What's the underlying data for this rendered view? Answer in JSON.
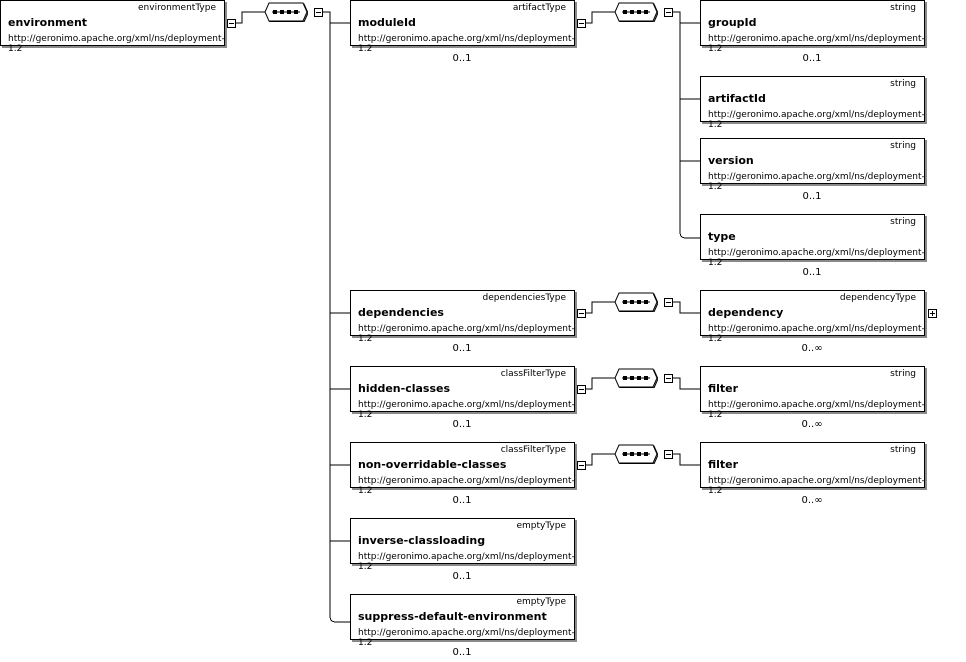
{
  "diagram": {
    "root": {
      "name": "environment",
      "type": "environmentType",
      "ns": "http://geronimo.apache.org/xml/ns/deployment-1.2"
    },
    "children": [
      {
        "name": "moduleId",
        "type": "artifactType",
        "ns": "http://geronimo.apache.org/xml/ns/deployment-1.2",
        "card": "0..1"
      },
      {
        "name": "dependencies",
        "type": "dependenciesType",
        "ns": "http://geronimo.apache.org/xml/ns/deployment-1.2",
        "card": "0..1"
      },
      {
        "name": "hidden-classes",
        "type": "classFilterType",
        "ns": "http://geronimo.apache.org/xml/ns/deployment-1.2",
        "card": "0..1"
      },
      {
        "name": "non-overridable-classes",
        "type": "classFilterType",
        "ns": "http://geronimo.apache.org/xml/ns/deployment-1.2",
        "card": "0..1"
      },
      {
        "name": "inverse-classloading",
        "type": "emptyType",
        "ns": "http://geronimo.apache.org/xml/ns/deployment-1.2",
        "card": "0..1"
      },
      {
        "name": "suppress-default-environment",
        "type": "emptyType",
        "ns": "http://geronimo.apache.org/xml/ns/deployment-1.2",
        "card": "0..1"
      }
    ],
    "module_children": [
      {
        "name": "groupId",
        "type": "string",
        "ns": "http://geronimo.apache.org/xml/ns/deployment-1.2",
        "card": "0..1"
      },
      {
        "name": "artifactId",
        "type": "string",
        "ns": "http://geronimo.apache.org/xml/ns/deployment-1.2",
        "card": ""
      },
      {
        "name": "version",
        "type": "string",
        "ns": "http://geronimo.apache.org/xml/ns/deployment-1.2",
        "card": "0..1"
      },
      {
        "name": "type",
        "type": "string",
        "ns": "http://geronimo.apache.org/xml/ns/deployment-1.2",
        "card": "0..1"
      }
    ],
    "leaves": [
      {
        "name": "dependency",
        "type": "dependencyType",
        "ns": "http://geronimo.apache.org/xml/ns/deployment-1.2",
        "card": "0..∞"
      },
      {
        "name": "filter",
        "type": "string",
        "ns": "http://geronimo.apache.org/xml/ns/deployment-1.2",
        "card": "0..∞"
      },
      {
        "name": "filter",
        "type": "string",
        "ns": "http://geronimo.apache.org/xml/ns/deployment-1.2",
        "card": "0..∞"
      }
    ]
  }
}
